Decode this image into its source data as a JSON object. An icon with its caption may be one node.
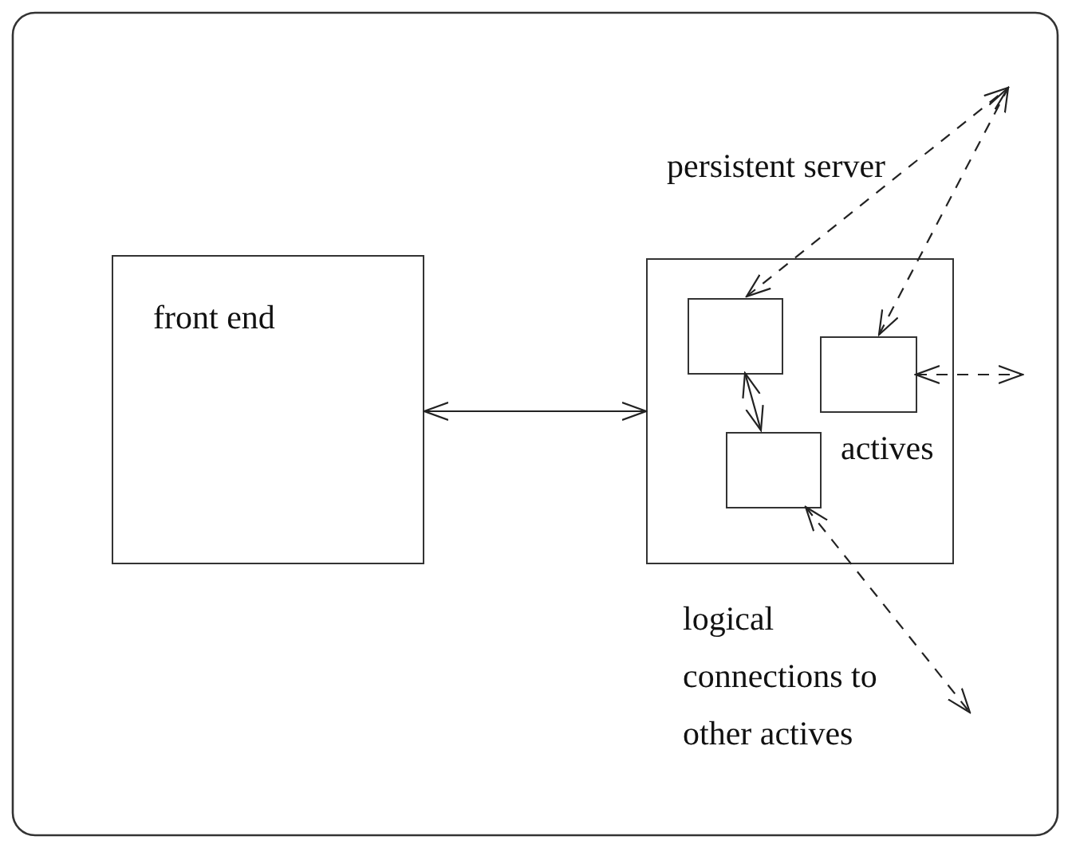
{
  "diagram": {
    "nodes": [
      {
        "text": [
          "front end"
        ]
      },
      {
        "text": [
          "persistent server",
          "actives"
        ]
      },
      {
        "text": [],
        "shape": "box",
        "in": 1
      },
      {
        "text": [],
        "shape": "box",
        "in": 1
      },
      {
        "text": [],
        "shape": "box",
        "in": 1
      }
    ],
    "edges": [
      {
        "from": 0,
        "to": 1,
        "arrow": "both"
      },
      {
        "from": 2,
        "to": 4,
        "arrow": "both"
      },
      {
        "from": 2,
        "to": null,
        "arrow": "both",
        "style": "dashed"
      },
      {
        "from": 3,
        "to": null,
        "arrow": "both",
        "style": "dashed"
      },
      {
        "from": 3,
        "to": null,
        "arrow": "both",
        "style": "dashed"
      },
      {
        "from": 4,
        "to": null,
        "arrow": "both",
        "style": "dashed"
      }
    ],
    "labels": [
      "logical connections to other actives"
    ]
  }
}
